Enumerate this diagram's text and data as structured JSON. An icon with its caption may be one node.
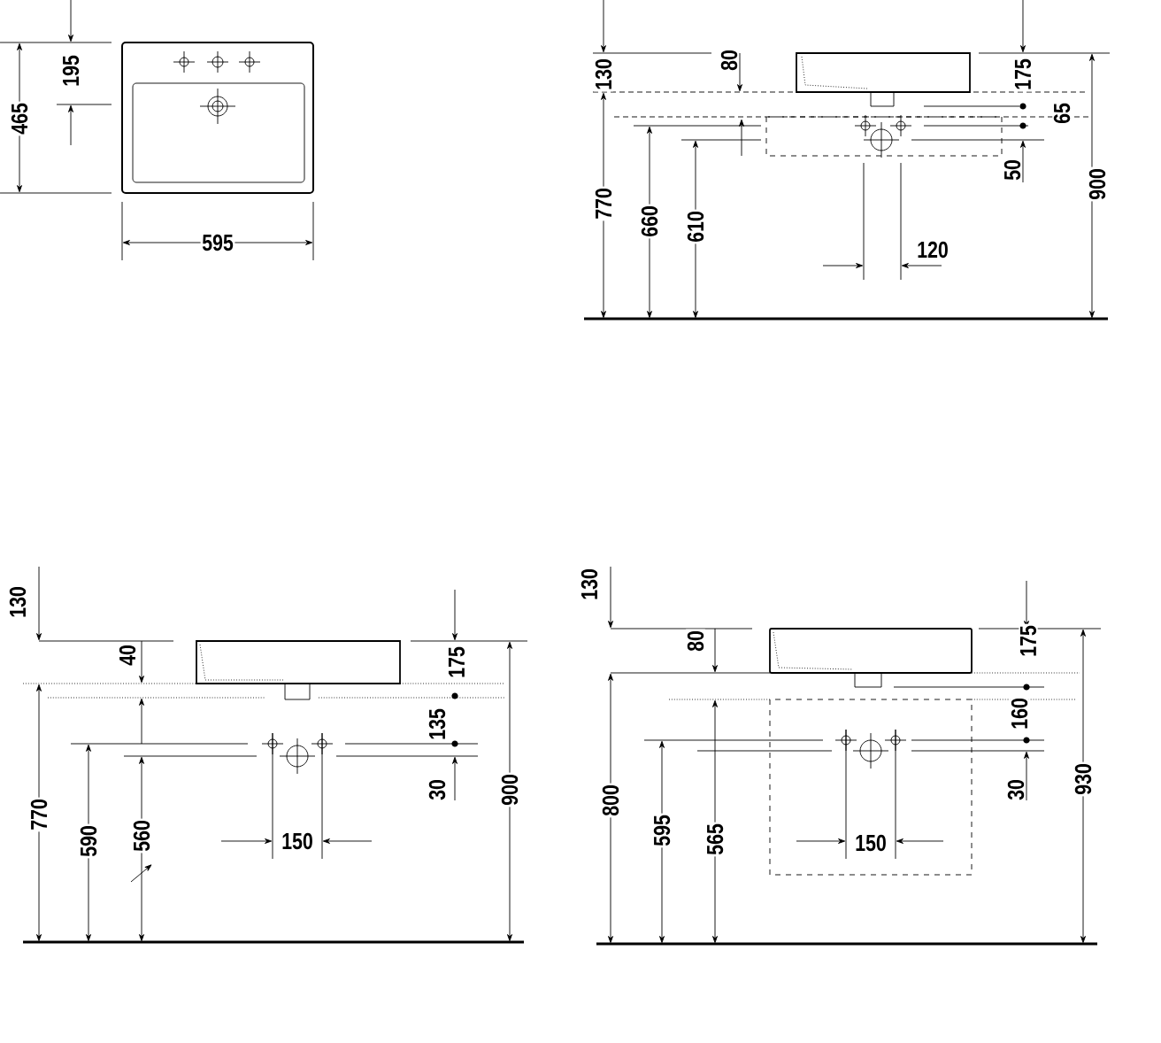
{
  "diagram": {
    "labels": [
      "195",
      "465",
      "595",
      "130",
      "80",
      "175",
      "65",
      "50",
      "900",
      "770",
      "660",
      "610",
      "120",
      "130",
      "40",
      "175",
      "135",
      "30",
      "900",
      "770",
      "590",
      "560",
      "150",
      "130",
      "80",
      "175",
      "160",
      "30",
      "930",
      "800",
      "595",
      "565",
      "150"
    ]
  }
}
